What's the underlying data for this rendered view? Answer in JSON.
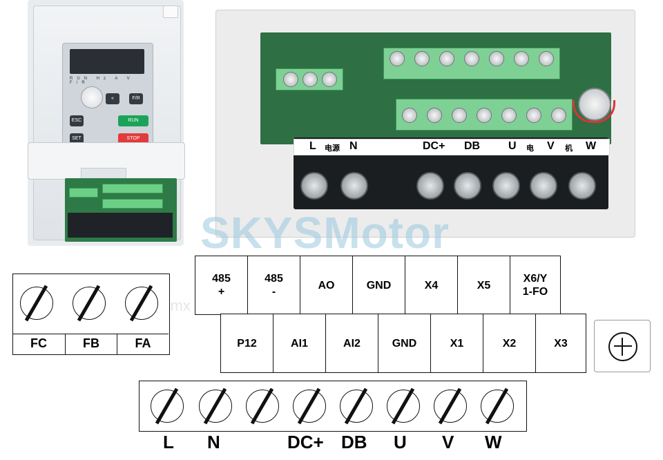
{
  "watermark": "SKYSMotor",
  "watermark_faint": "Skysmotor.com.mx",
  "photo_keypad": {
    "leds": "RUN Hz A V F/R",
    "keys": [
      "ESC",
      "RUN",
      "STOP",
      "F/R",
      "SET",
      "«"
    ]
  },
  "photo_power_row": {
    "labels": [
      "L",
      "电源",
      "N",
      "DC+",
      "DB",
      "U",
      "电",
      "V",
      "机",
      "W"
    ]
  },
  "photo_pcb_labels": [
    "FC",
    "FB",
    "FA",
    "485+",
    "485-",
    "AO",
    "GND",
    "X4",
    "X5",
    "X6/Y1-FO",
    "P12",
    "AI1",
    "AI2",
    "GND",
    "X1",
    "X2",
    "X3",
    "PE"
  ],
  "relay_terminals": {
    "labels": [
      "FC",
      "FB",
      "FA"
    ]
  },
  "control_top": {
    "cells": [
      "485\n+",
      "485\n-",
      "AO",
      "GND",
      "X4",
      "X5",
      "X6/Y\n1-FO"
    ]
  },
  "control_bottom": {
    "cells": [
      "P12",
      "AI1",
      "AI2",
      "GND",
      "X1",
      "X2",
      "X3"
    ]
  },
  "ground_symbol": "+",
  "power_terminals": {
    "labels": [
      "L",
      "N",
      "DC+",
      "DB",
      "U",
      "V",
      "W"
    ]
  }
}
